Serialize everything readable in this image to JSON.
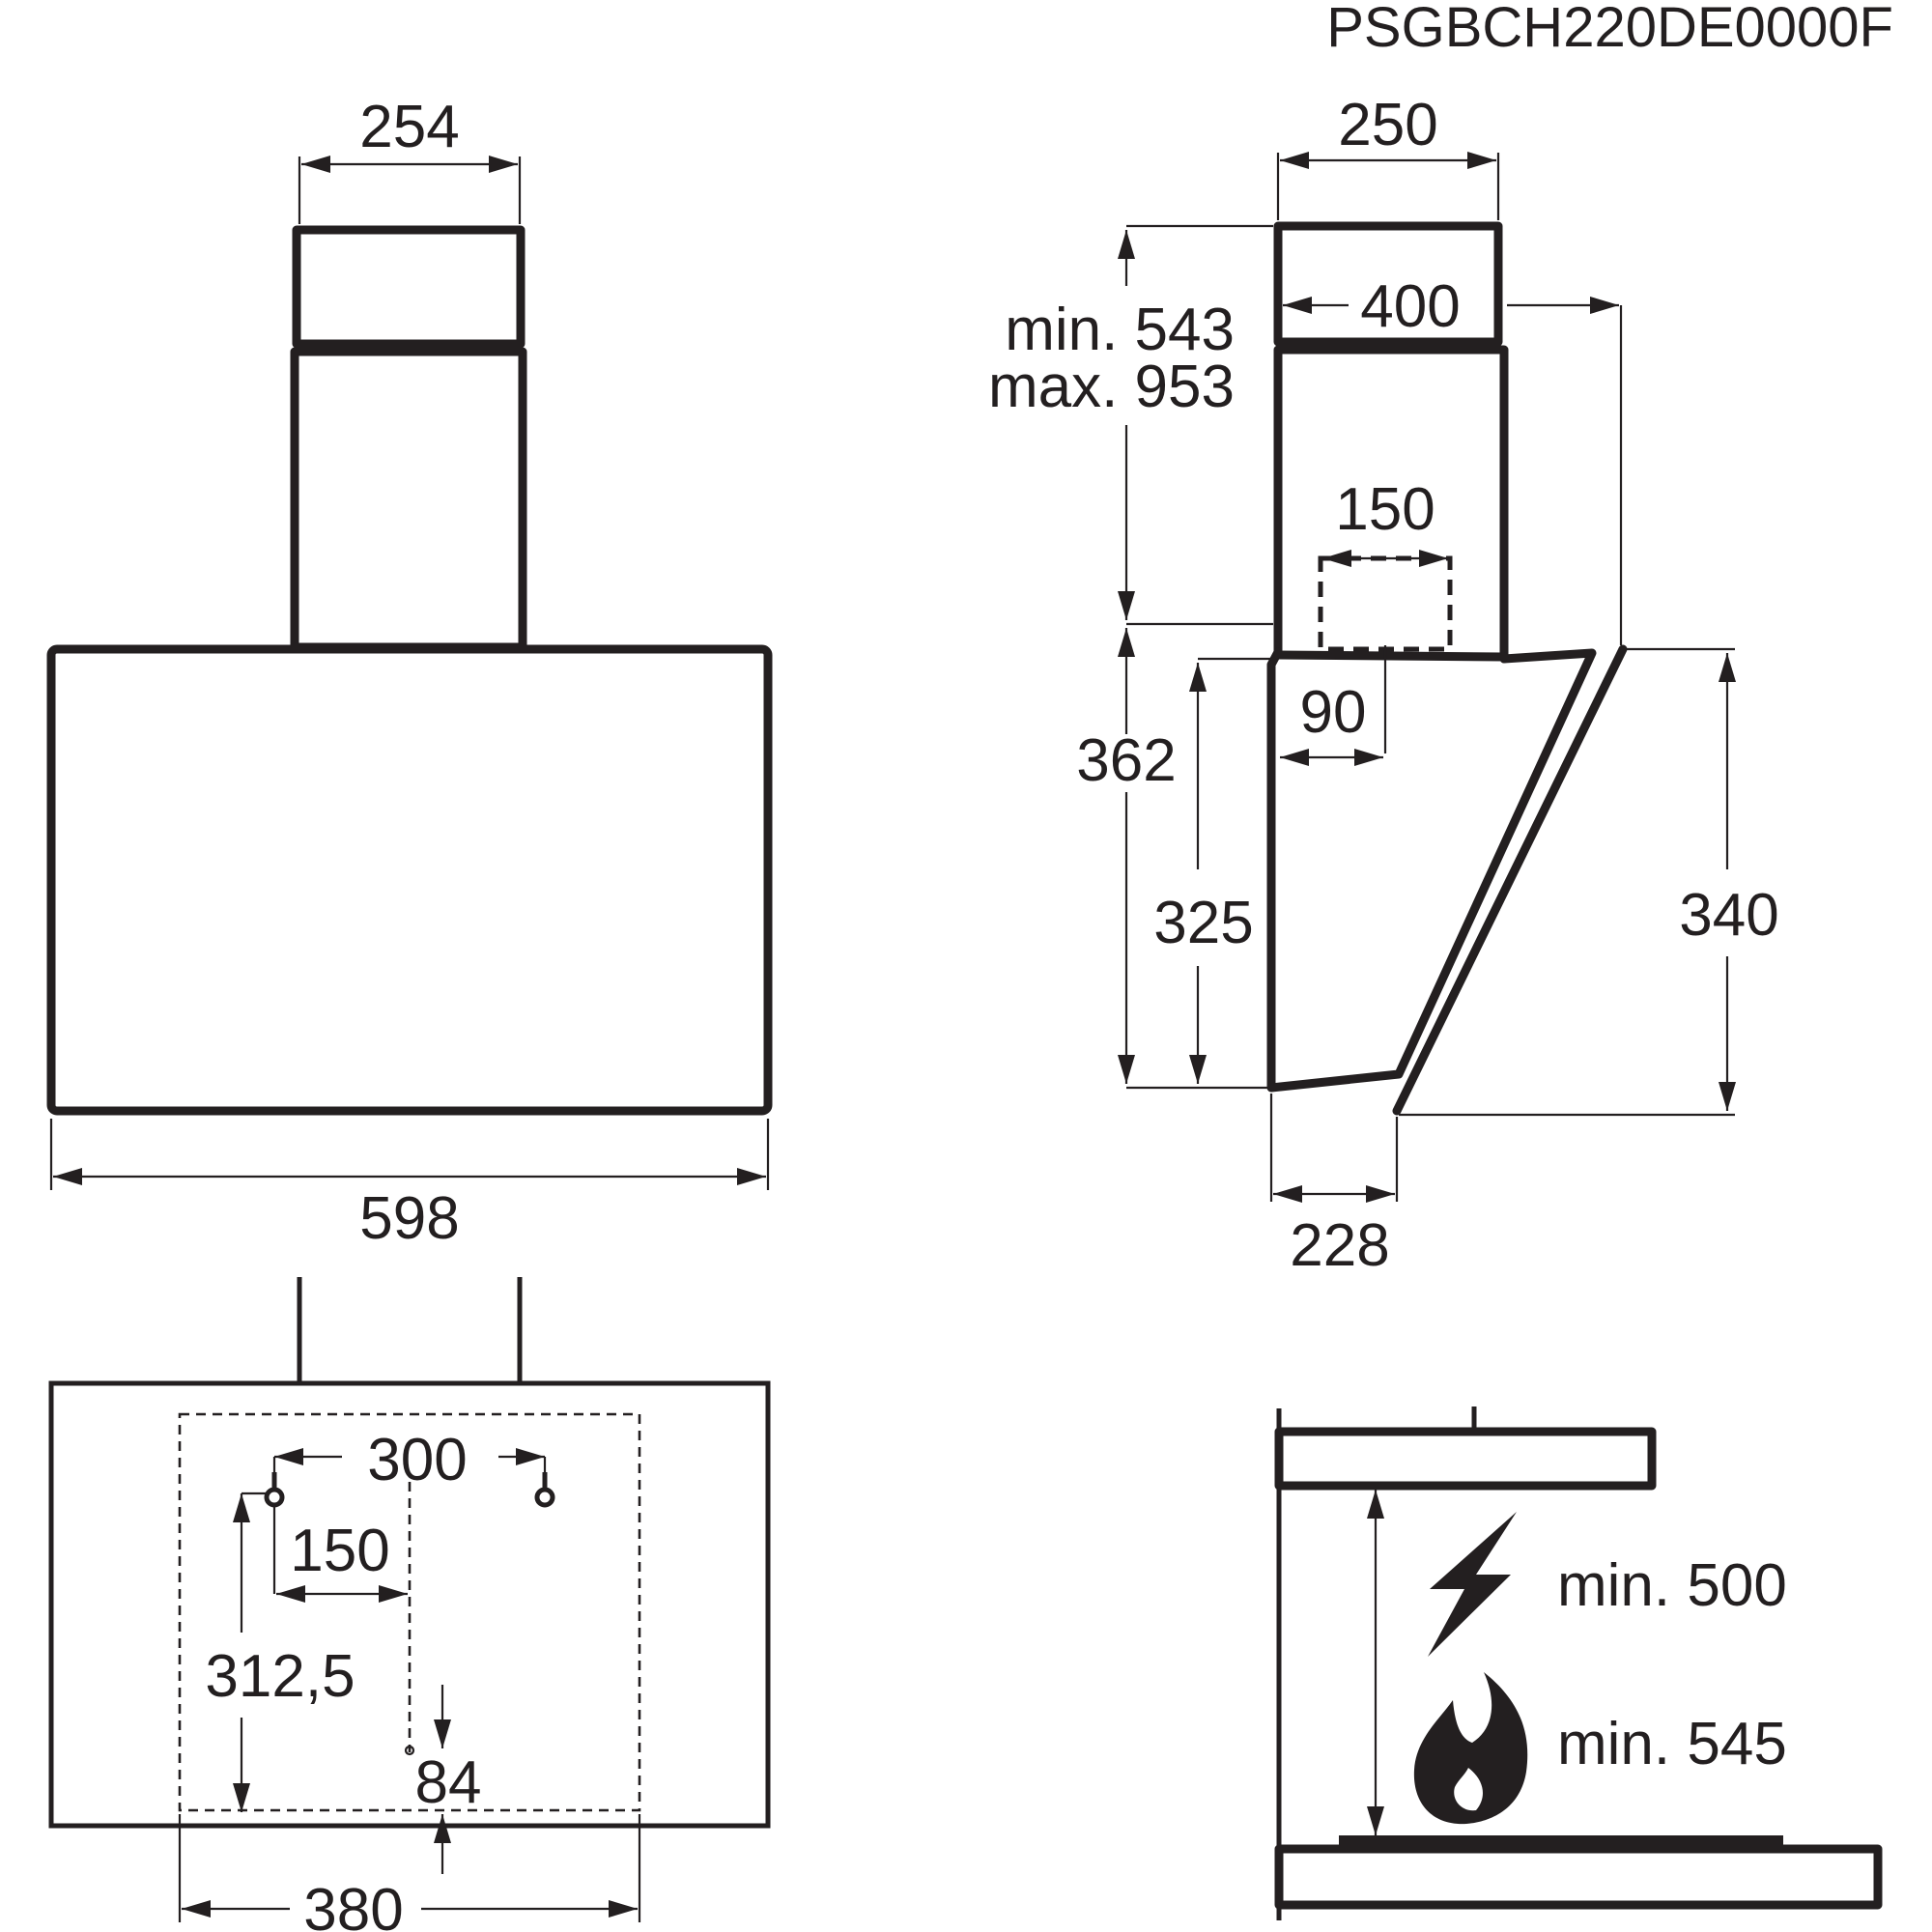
{
  "model_code": "PSGBCH220DE0000F",
  "front_view": {
    "chimney_width": "254",
    "hood_width": "598"
  },
  "side_view": {
    "chimney_depth": "250",
    "chimney_height_min": "min. 543",
    "chimney_height_max": "max. 953",
    "total_depth": "400",
    "outlet_diameter": "150",
    "outlet_offset": "90",
    "hood_height": "362",
    "back_height": "325",
    "front_height": "340",
    "bottom_depth": "228"
  },
  "mounting_view": {
    "hole_spacing": "300",
    "half_spacing": "150",
    "vertical_spacing": "312,5",
    "bottom_offset": "84",
    "bracket_width": "380"
  },
  "clearance_view": {
    "electric_icon": "lightning-bolt-icon",
    "gas_icon": "flame-icon",
    "electric_min": "min. 500",
    "gas_min": "min. 545"
  }
}
